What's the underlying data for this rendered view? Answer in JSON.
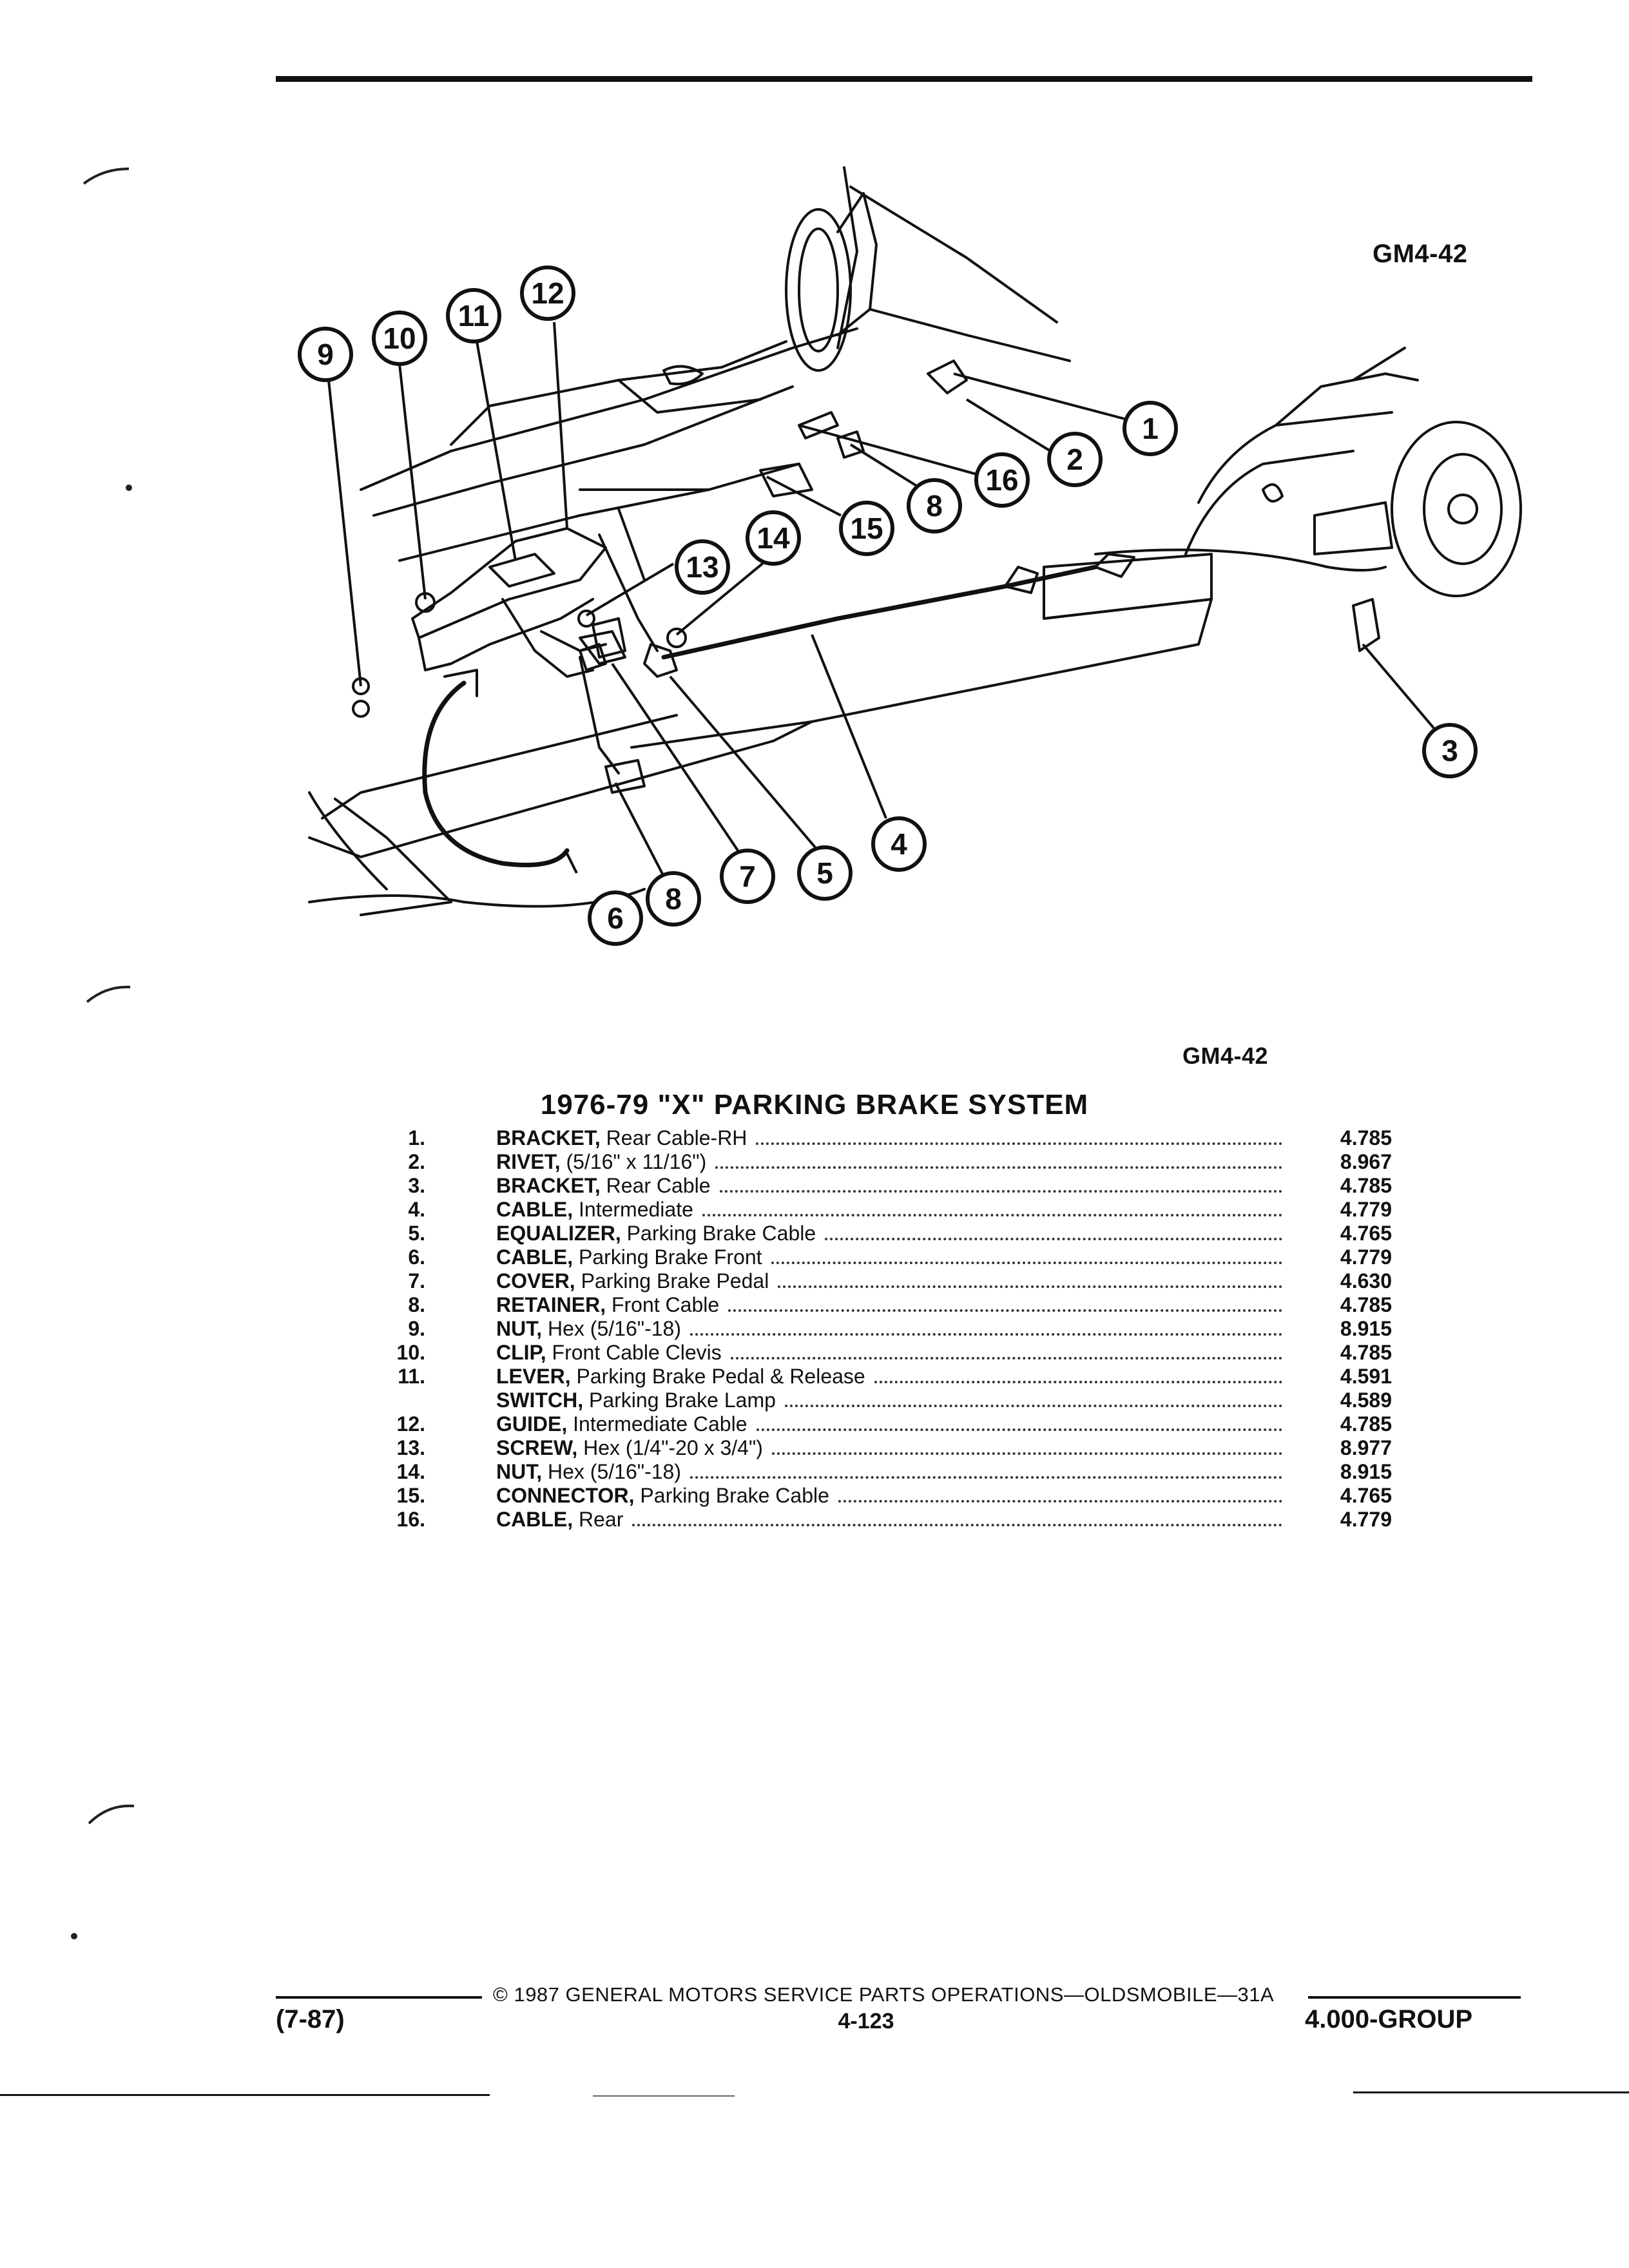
{
  "figure": {
    "code_top": "GM4-42",
    "code_bottom": "GM4-42",
    "callouts": [
      "1",
      "2",
      "3",
      "4",
      "5",
      "6",
      "7",
      "8",
      "9",
      "10",
      "11",
      "12",
      "13",
      "14",
      "15",
      "16"
    ]
  },
  "list": {
    "title": "1976-79 \"X\" PARKING BRAKE SYSTEM",
    "items": [
      {
        "num": "1.",
        "name": "BRACKET,",
        "desc": " Rear Cable-RH",
        "group": "4.785"
      },
      {
        "num": "2.",
        "name": "RIVET,",
        "desc": " (5/16\" x 11/16\")",
        "group": "8.967"
      },
      {
        "num": "3.",
        "name": "BRACKET,",
        "desc": " Rear Cable",
        "group": "4.785"
      },
      {
        "num": "4.",
        "name": "CABLE,",
        "desc": " Intermediate",
        "group": "4.779"
      },
      {
        "num": "5.",
        "name": "EQUALIZER,",
        "desc": " Parking Brake Cable",
        "group": "4.765"
      },
      {
        "num": "6.",
        "name": "CABLE,",
        "desc": " Parking Brake Front",
        "group": "4.779"
      },
      {
        "num": "7.",
        "name": "COVER,",
        "desc": " Parking Brake Pedal",
        "group": "4.630"
      },
      {
        "num": "8.",
        "name": "RETAINER,",
        "desc": " Front Cable",
        "group": "4.785"
      },
      {
        "num": "9.",
        "name": "NUT,",
        "desc": " Hex (5/16\"-18)",
        "group": "8.915"
      },
      {
        "num": "10.",
        "name": "CLIP,",
        "desc": " Front Cable Clevis",
        "group": "4.785"
      },
      {
        "num": "11.",
        "name": "LEVER,",
        "desc": " Parking Brake Pedal & Release",
        "group": "4.591"
      },
      {
        "num": "",
        "name": "SWITCH,",
        "desc": " Parking Brake Lamp",
        "group": "4.589"
      },
      {
        "num": "12.",
        "name": "GUIDE,",
        "desc": " Intermediate Cable",
        "group": "4.785"
      },
      {
        "num": "13.",
        "name": "SCREW,",
        "desc": " Hex (1/4\"-20 x 3/4\")",
        "group": "8.977"
      },
      {
        "num": "14.",
        "name": "NUT,",
        "desc": " Hex (5/16\"-18)",
        "group": "8.915"
      },
      {
        "num": "15.",
        "name": "CONNECTOR,",
        "desc": " Parking Brake Cable",
        "group": "4.765"
      },
      {
        "num": "16.",
        "name": "CABLE,",
        "desc": " Rear",
        "group": "4.779"
      }
    ]
  },
  "footer": {
    "copyright": "© 1987 GENERAL MOTORS SERVICE PARTS OPERATIONS—OLDSMOBILE—31A",
    "date": "(7-87)",
    "page": "4-123",
    "group": "4.000-GROUP"
  }
}
